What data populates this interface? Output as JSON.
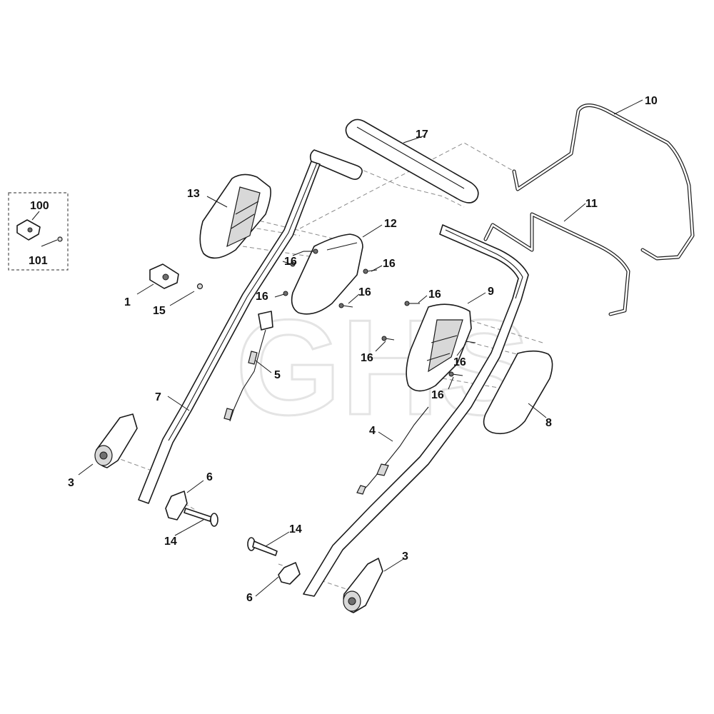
{
  "watermark": "GHS",
  "labels": [
    {
      "id": "l-100",
      "text": "100"
    },
    {
      "id": "l-101",
      "text": "101"
    },
    {
      "id": "l-1",
      "text": "1"
    },
    {
      "id": "l-15",
      "text": "15"
    },
    {
      "id": "l-13",
      "text": "13"
    },
    {
      "id": "l-12",
      "text": "12"
    },
    {
      "id": "l-16a",
      "text": "16"
    },
    {
      "id": "l-16b",
      "text": "16"
    },
    {
      "id": "l-16c",
      "text": "16"
    },
    {
      "id": "l-16d",
      "text": "16"
    },
    {
      "id": "l-16e",
      "text": "16"
    },
    {
      "id": "l-16f",
      "text": "16"
    },
    {
      "id": "l-16g",
      "text": "16"
    },
    {
      "id": "l-16h",
      "text": "16"
    },
    {
      "id": "l-17",
      "text": "17"
    },
    {
      "id": "l-10",
      "text": "10"
    },
    {
      "id": "l-11",
      "text": "11"
    },
    {
      "id": "l-9",
      "text": "9"
    },
    {
      "id": "l-8",
      "text": "8"
    },
    {
      "id": "l-7",
      "text": "7"
    },
    {
      "id": "l-5",
      "text": "5"
    },
    {
      "id": "l-4",
      "text": "4"
    },
    {
      "id": "l-3a",
      "text": "3"
    },
    {
      "id": "l-3b",
      "text": "3"
    },
    {
      "id": "l-6a",
      "text": "6"
    },
    {
      "id": "l-6b",
      "text": "6"
    },
    {
      "id": "l-14a",
      "text": "14"
    },
    {
      "id": "l-14b",
      "text": "14"
    }
  ]
}
